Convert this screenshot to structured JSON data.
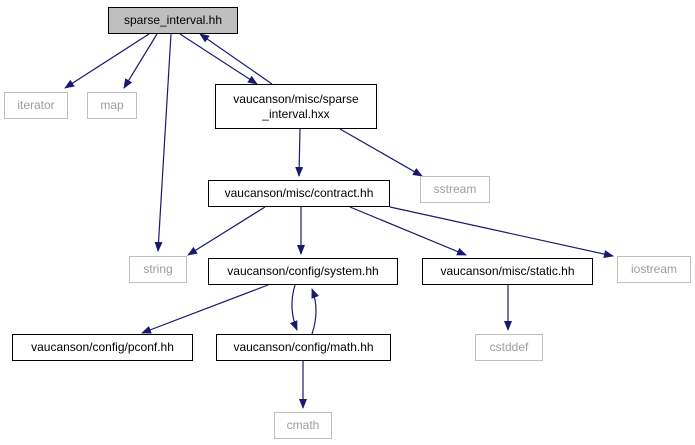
{
  "graph": {
    "edge_color": "#191970",
    "nodes": {
      "sparse_interval_hh": {
        "label": "sparse_interval.hh",
        "kind": "current"
      },
      "iterator": {
        "label": "iterator",
        "kind": "system"
      },
      "map": {
        "label": "map",
        "kind": "system"
      },
      "sparse_interval_hxx": {
        "label": "vaucanson/misc/sparse\n_interval.hxx",
        "kind": "local"
      },
      "sstream": {
        "label": "sstream",
        "kind": "system"
      },
      "contract_hh": {
        "label": "vaucanson/misc/contract.hh",
        "kind": "local"
      },
      "string": {
        "label": "string",
        "kind": "system"
      },
      "system_hh": {
        "label": "vaucanson/config/system.hh",
        "kind": "local"
      },
      "static_hh": {
        "label": "vaucanson/misc/static.hh",
        "kind": "local"
      },
      "iostream": {
        "label": "iostream",
        "kind": "system"
      },
      "pconf_hh": {
        "label": "vaucanson/config/pconf.hh",
        "kind": "local"
      },
      "math_hh": {
        "label": "vaucanson/config/math.hh",
        "kind": "local"
      },
      "cstddef": {
        "label": "cstddef",
        "kind": "system"
      },
      "cmath": {
        "label": "cmath",
        "kind": "system"
      }
    },
    "edges": [
      {
        "from": "sparse_interval_hh",
        "to": "iterator"
      },
      {
        "from": "sparse_interval_hh",
        "to": "map"
      },
      {
        "from": "sparse_interval_hh",
        "to": "sparse_interval_hxx"
      },
      {
        "from": "sparse_interval_hh",
        "to": "string"
      },
      {
        "from": "sparse_interval_hxx",
        "to": "sparse_interval_hh"
      },
      {
        "from": "sparse_interval_hxx",
        "to": "contract_hh"
      },
      {
        "from": "sparse_interval_hxx",
        "to": "sstream"
      },
      {
        "from": "contract_hh",
        "to": "string"
      },
      {
        "from": "contract_hh",
        "to": "system_hh"
      },
      {
        "from": "contract_hh",
        "to": "static_hh"
      },
      {
        "from": "contract_hh",
        "to": "iostream"
      },
      {
        "from": "system_hh",
        "to": "pconf_hh"
      },
      {
        "from": "system_hh",
        "to": "math_hh"
      },
      {
        "from": "math_hh",
        "to": "system_hh"
      },
      {
        "from": "math_hh",
        "to": "cmath"
      },
      {
        "from": "static_hh",
        "to": "cstddef"
      }
    ]
  }
}
